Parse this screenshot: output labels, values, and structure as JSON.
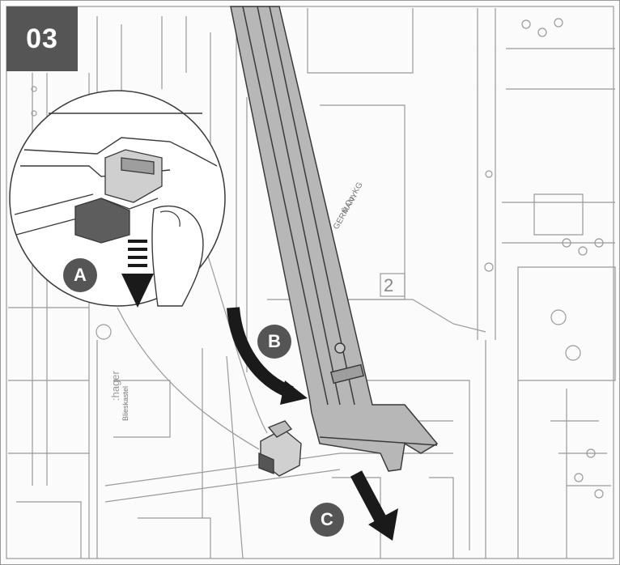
{
  "figure": {
    "step_number": "03",
    "markers": {
      "a": "A",
      "b": "B",
      "c": "C"
    },
    "device_labels": {
      "brand": ":hager",
      "city": "Blieskastel",
      "company": "& Co. KG",
      "country": "GERMANY",
      "module_number": "2"
    }
  },
  "colors": {
    "line": "#3a3a3a",
    "light_line": "#9a9a9a",
    "rail_fill": "#b7b7b7",
    "badge": "#555555",
    "arrow": "#1a1a1a",
    "background": "#fbfbfb"
  },
  "icons": [
    "down-arrow-icon",
    "curved-arrow-icon",
    "pull-arrow-icon"
  ]
}
